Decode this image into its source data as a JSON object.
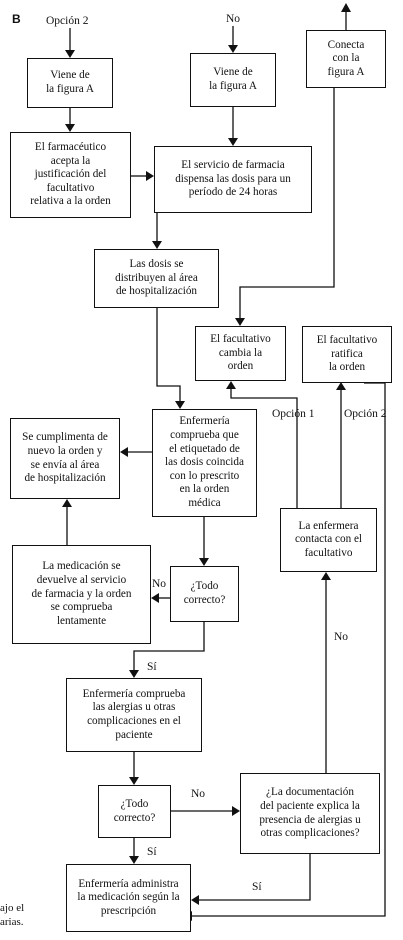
{
  "panel_label": "B",
  "labels": {
    "opcion2_top": "Opción 2",
    "no_top": "No",
    "opcion1": "Opción 1",
    "opcion2_right": "Opción 2",
    "no_left": "No",
    "si_1": "Sí",
    "no_right": "No",
    "no_mid": "No",
    "si_2": "Sí",
    "si_3": "Sí"
  },
  "boxes": {
    "viene_a_left": "Viene de\nla figura A",
    "viene_a_mid": "Viene de\nla figura A",
    "conecta": "Conecta\ncon la\nfigura A",
    "farmaceutico": "El farmacéutico\nacepta la\njustificación del\nfacultativo\nrelativa a la orden",
    "servicio": "El servicio de farmacia\ndispensa las dosis para un\nperíodo de 24 horas",
    "distribuyen": "Las dosis se\ndistribuyen al área\nde hospitalización",
    "cambia": "El facultativo\ncambia la\norden",
    "ratifica": "El facultativo\nratifica\nla orden",
    "cumplimenta": "Se cumplimenta de\nnuevo la orden y\nse envía al área\nde hospitalización",
    "enfermeria_comprueba": "Enfermería\ncomprueba que\nel etiquetado de\nlas dosis coincida\ncon lo prescrito\nen la orden\nmédica",
    "devuelve": "La medicación se\ndevuelve al servicio\nde farmacia y la orden\nse comprueba\nlentamente",
    "todo_correcto_1": "¿Todo\ncorrecto?",
    "contacta": "La enfermera\ncontacta con el\nfacultativo",
    "alergias": "Enfermería comprueba\nlas alergias u otras\ncomplicaciones en el\npaciente",
    "todo_correcto_2": "¿Todo\ncorrecto?",
    "documentacion": "¿La documentación\ndel paciente explica la\npresencia de alergias u\notras complicaciones?",
    "administra": "Enfermería administra\nla medicación según la\nprescripción"
  },
  "margin_text": {
    "line1": "ajo el",
    "line2": "arias."
  }
}
